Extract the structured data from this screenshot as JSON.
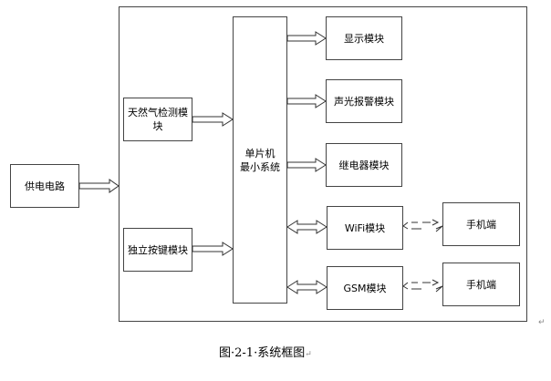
{
  "diagram": {
    "power": "供电电路",
    "gas_sensor": "天然气检测模块",
    "keys": "独立按键模块",
    "mcu_line1": "单片机",
    "mcu_line2": "最小系统",
    "display": "显示模块",
    "alarm": "声光报警模块",
    "relay": "继电器模块",
    "wifi": "WiFi模块",
    "gsm": "GSM模块",
    "phone1": "手机端",
    "phone2": "手机端"
  },
  "caption": "图·2-1·系统框图",
  "paragraph_mark": "↵"
}
